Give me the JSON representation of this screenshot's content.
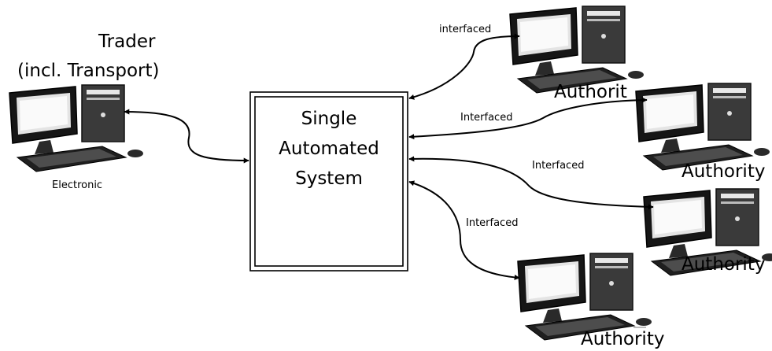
{
  "trader": {
    "title_line1": "Trader",
    "title_line2": "(incl. Transport)",
    "caption": "Electronic"
  },
  "system": {
    "line1": "Single",
    "line2": "Automated",
    "line3": "System"
  },
  "connections": [
    {
      "label": "interfaced"
    },
    {
      "label": "Interfaced"
    },
    {
      "label": "Interfaced"
    },
    {
      "label": "Interfaced"
    }
  ],
  "authorities": [
    {
      "label": "Authorit"
    },
    {
      "label": "Authority"
    },
    {
      "label": "Authority"
    },
    {
      "label": "Authority"
    }
  ]
}
